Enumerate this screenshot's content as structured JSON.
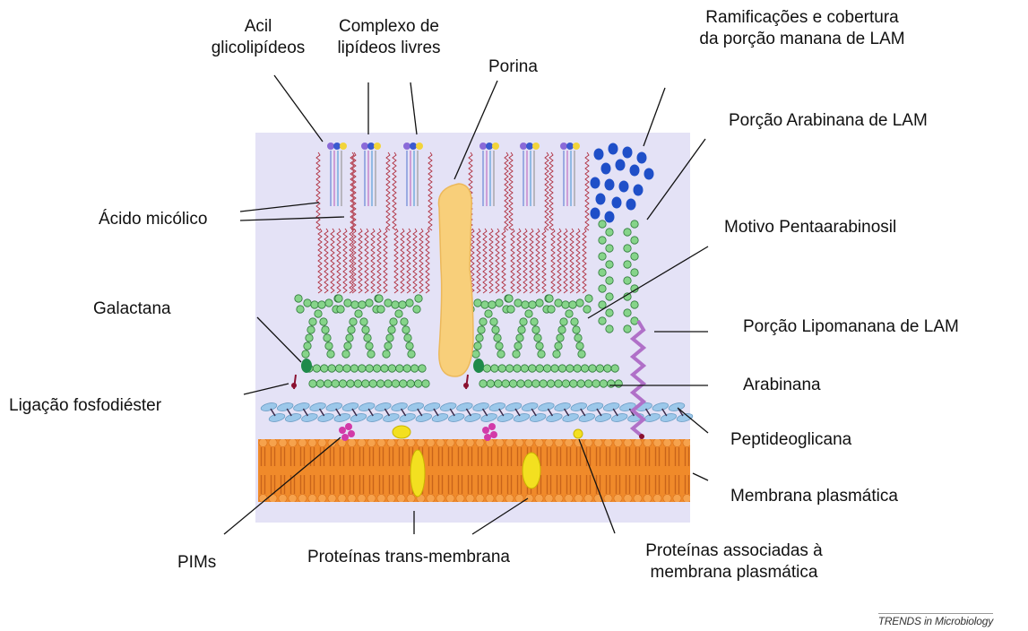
{
  "labels": {
    "acil": "Acil\nglicolipídeos",
    "complexo": "Complexo de\nlipídeos livres",
    "porina": "Porina",
    "ramificacoes": "Ramificações e cobertura\nda porção manana de LAM",
    "arabinana_lam": "Porção Arabinana de LAM",
    "acido": "Ácido micólico",
    "pentaarabinosil": "Motivo Pentaarabinosil",
    "galactana": "Galactana",
    "lipomanana": "Porção Lipomanana de LAM",
    "ligacao": "Ligação fosfodiéster",
    "arabinana": "Arabinana",
    "peptideoglicana": "Peptideoglicana",
    "membrana": "Membrana plasmática",
    "pims": "PIMs",
    "transmembrana": "Proteínas trans-membrana",
    "associadas": "Proteínas associadas à\nmembrana plasmática"
  },
  "credit": "TRENDS in Microbiology",
  "colors": {
    "background_panel": "#e4e2f6",
    "membrane": "#f08a2a",
    "membrane_head": "#f4a04a",
    "peptidoglycan": "#9cc8ea",
    "sugar": "#86d48a",
    "sugar_stroke": "#2f7a3a",
    "galactan_node": "#1f8a4a",
    "mannan": "#1f4fc8",
    "porin": "#f8cf7a",
    "lipid": "#b03040",
    "protein": "#f3e020",
    "pims": "#d23aa8",
    "lam_lipomannan": "#b070c8",
    "phosphodiester": "#8a1030"
  }
}
